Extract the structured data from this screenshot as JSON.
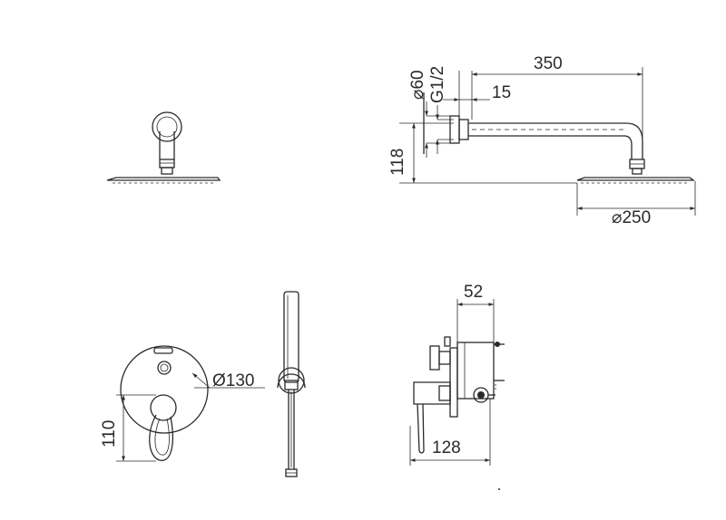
{
  "dimensions": {
    "arm_length": "350",
    "flange_diameter": "⌀60",
    "thread": "G1/2",
    "wall_offset": "15",
    "drop_height": "118",
    "head_diameter": "⌀250",
    "mixer_depth_top": "52",
    "plate_diameter": "Ø130",
    "mixer_height": "110",
    "mixer_depth_bottom": "128"
  }
}
